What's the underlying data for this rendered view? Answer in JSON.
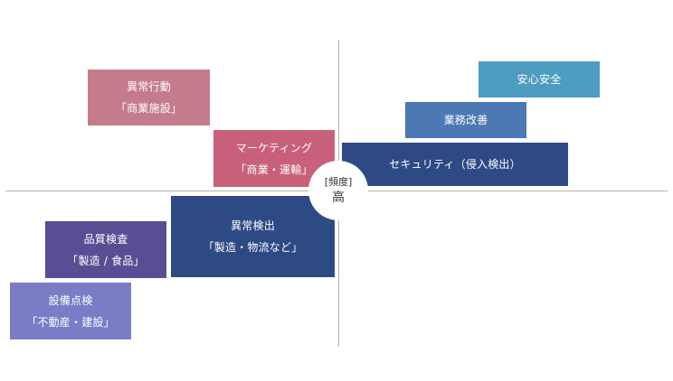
{
  "axis_label": "[頻度]",
  "axis_value": "高",
  "boxes": [
    {
      "id": "abnormal-behavior",
      "line1": "異常行動",
      "line2": "「商業施設」",
      "color": "#c47c8c"
    },
    {
      "id": "marketing",
      "line1": "マーケティング",
      "line2": "「商業・運輸」",
      "color": "#c96079"
    },
    {
      "id": "safety",
      "line1": "安心安全",
      "line2": "",
      "color": "#4e9cbf"
    },
    {
      "id": "business-improvement",
      "line1": "業務改善",
      "line2": "",
      "color": "#4c78b3"
    },
    {
      "id": "security",
      "line1": "セキュリティ（侵入検出）",
      "line2": "",
      "color": "#2d4a85"
    },
    {
      "id": "anomaly-detection",
      "line1": "異常検出",
      "line2": "「製造・物流など」",
      "color": "#2d4a85"
    },
    {
      "id": "quality-inspection",
      "line1": "品質検査",
      "line2": "「製造 / 食品」",
      "color": "#5a4d94"
    },
    {
      "id": "facility-inspection",
      "line1": "設備点検",
      "line2": "「不動産・建設」",
      "color": "#7a7dc6"
    }
  ]
}
